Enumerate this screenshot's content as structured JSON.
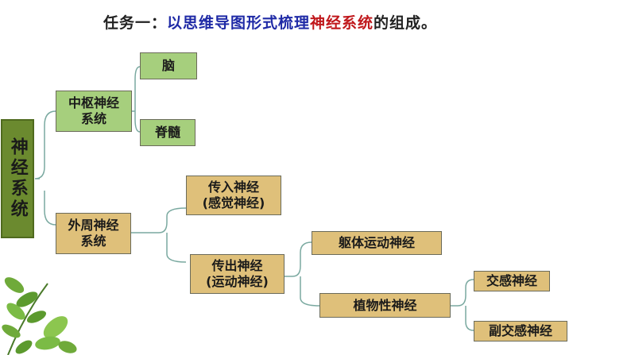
{
  "title": {
    "part1": "任务一：",
    "part2": "以思维导图形式梳理",
    "part3": "神经系统",
    "part4": "的组成。"
  },
  "nodes": {
    "root": "神经系统",
    "cns": "中枢神经\n系统",
    "brain": "脑",
    "spinal": "脊髓",
    "pns": "外周神经\n系统",
    "afferent": "传入神经\n(感觉神经)",
    "efferent": "传出神经\n(运动神经)",
    "somatic": "躯体运动神经",
    "autonomic": "植物性神经",
    "sympathetic": "交感神经",
    "parasympathetic": "副交感神经"
  },
  "colors": {
    "green": "#a6cf7d",
    "tan": "#dfc07a",
    "dark_green": "#6b8a2f",
    "line": "#7aa9a0",
    "title_blue": "#1f2aa6",
    "title_red": "#c0181c"
  }
}
